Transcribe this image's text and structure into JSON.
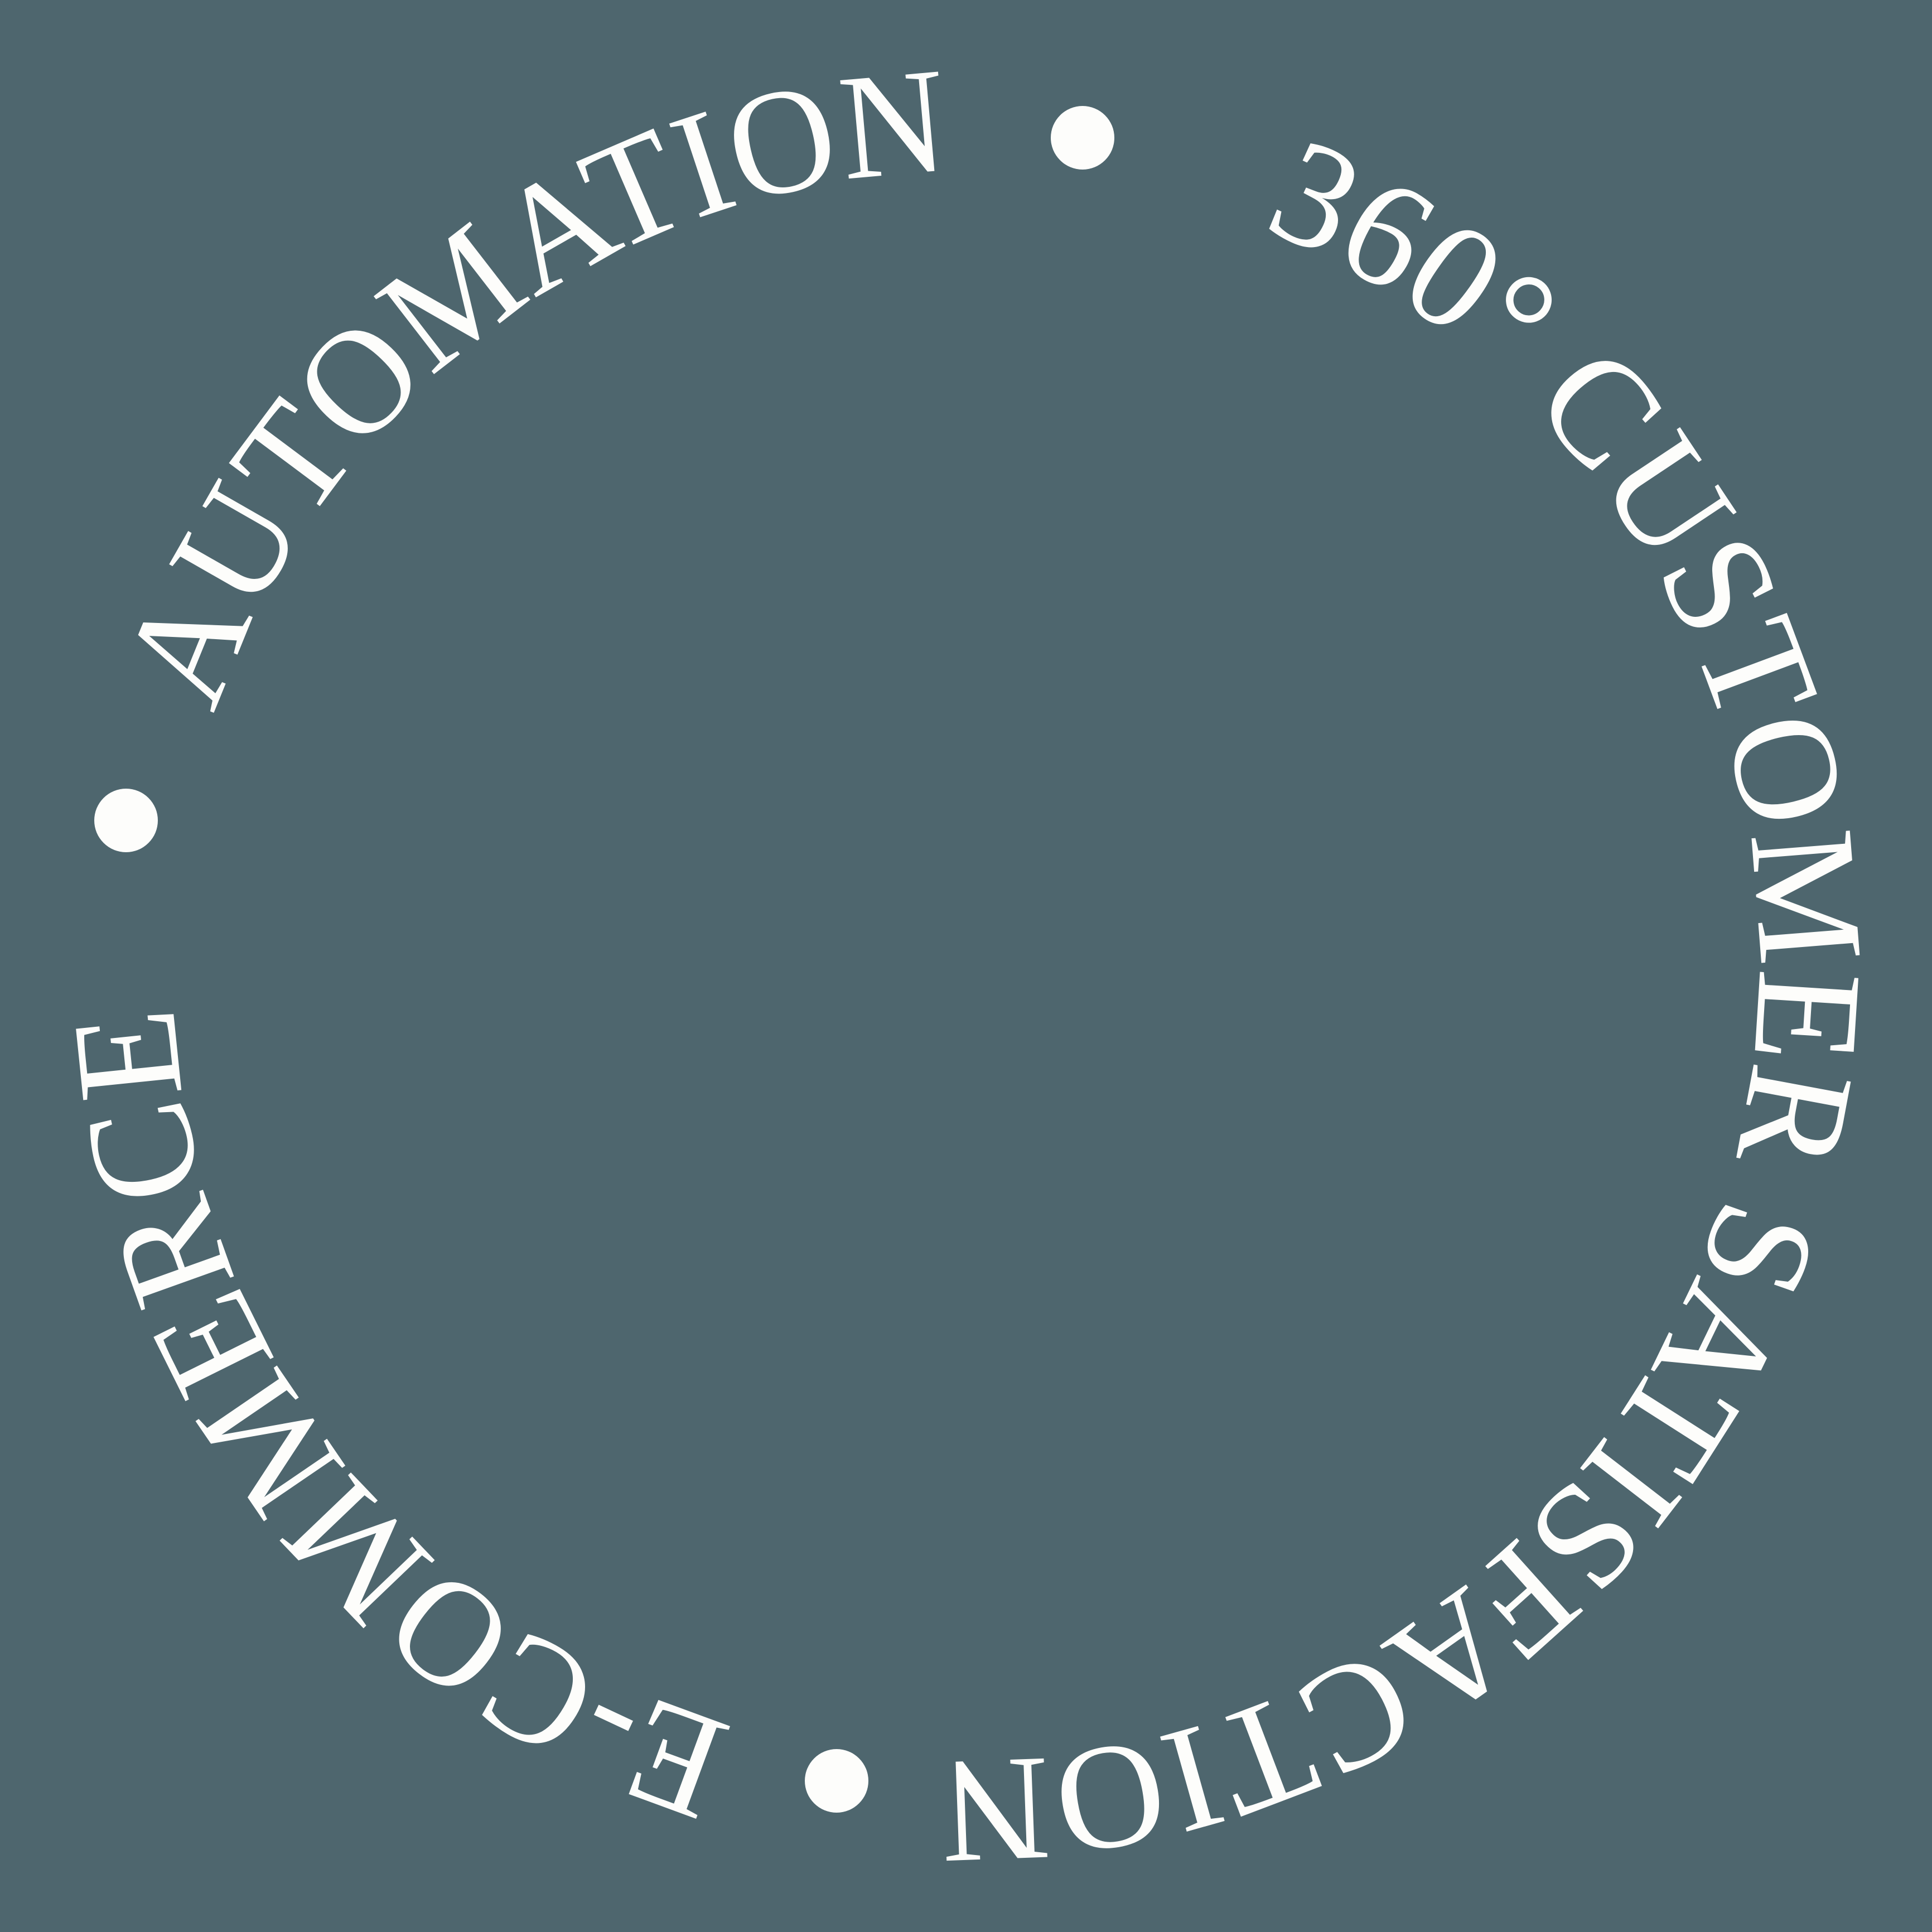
{
  "badge": {
    "background_color": "#4e666e",
    "text_color": "#fdfdfb",
    "arc_words": [
      "AUTOMATION",
      "360° CUSTOMER SATISFACTION",
      "E-COMMERCE"
    ],
    "separator": {
      "glyph": "•",
      "count": 3
    }
  }
}
